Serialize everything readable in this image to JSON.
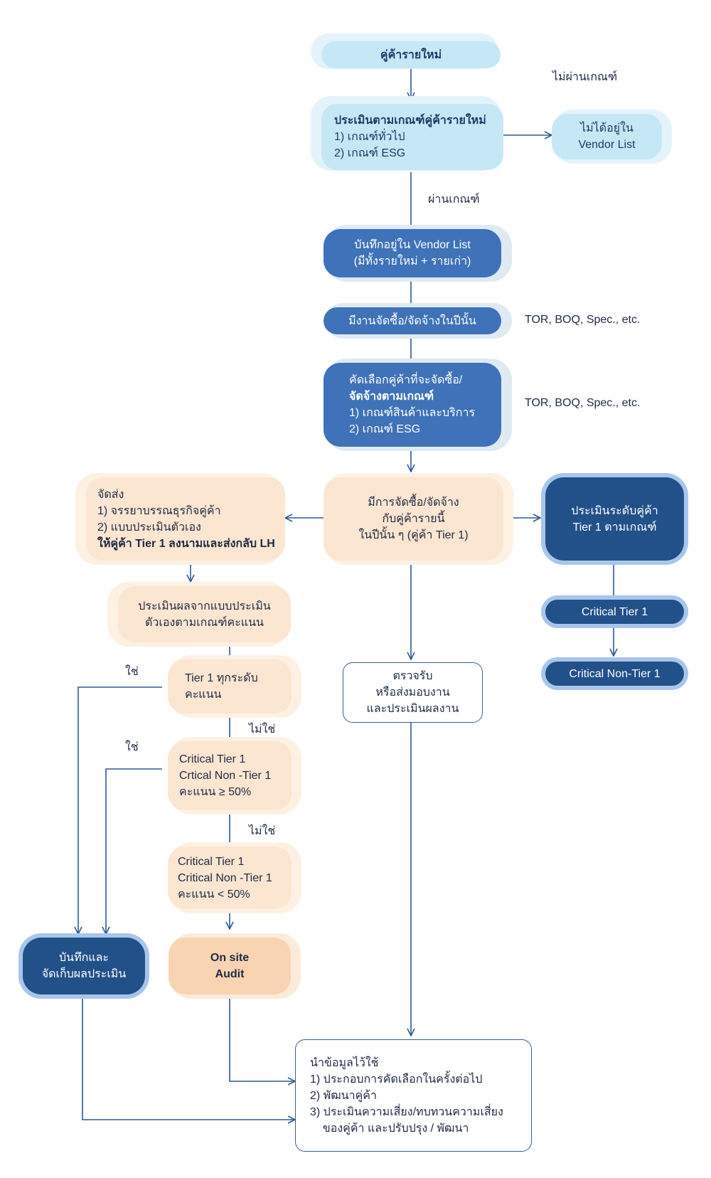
{
  "colors": {
    "line": "#2f5a8e",
    "light_blue": "#c6e8f6",
    "mid_blue": "#3f72b8",
    "dark_blue": "#225089",
    "peach": "#fbe6d2",
    "peach_strong": "#f8d4b3"
  },
  "nodes": {
    "new_vendor": {
      "lines": [
        "คู่ค้ารายใหม่"
      ]
    },
    "evaluate_new": {
      "lines": [
        "ประเมินตามเกณฑ์คู่ค้ารายใหม่",
        "1) เกณฑ์ทั่วไป",
        "2) เกณฑ์ ESG"
      ]
    },
    "not_in_list": {
      "lines": [
        "ไม่ได้อยู่ใน",
        "Vendor List"
      ]
    },
    "record_list": {
      "lines": [
        "บันทึกอยู่ใน Vendor List",
        "(มีทั้งรายใหม่ + รายเก่า)"
      ]
    },
    "procurement_year": {
      "lines": [
        "มีงานจัดซื้อ/จัดจ้างในปีนั้น"
      ]
    },
    "select_vendor": {
      "lines": [
        "คัดเลือกคู่ค้าที่จะจัดซื้อ/",
        "จัดจ้างตามเกณฑ์",
        "1) เกณฑ์สินค้าและบริการ",
        "2) เกณฑ์ ESG"
      ]
    },
    "send_docs": {
      "lines": [
        "จัดส่ง",
        "1) จรรยาบรรณธุรกิจคู่ค้า",
        "2) แบบประเมินตัวเอง",
        "ให้คู่ค้า Tier 1 ลงนามและส่งกลับ LH"
      ]
    },
    "procure_tier1": {
      "lines": [
        "มีการจัดซื้อ/จัดจ้าง",
        "กับคู่ค้ารายนี้",
        "ในปีนั้น ๆ (คู่ค้า Tier 1)"
      ]
    },
    "evaluate_tier": {
      "lines": [
        "ประเมินระดับคู่ค้า",
        "Tier 1 ตามเกณฑ์"
      ]
    },
    "critical_tier1": {
      "lines": [
        "Critical Tier 1"
      ]
    },
    "critical_non_tier1": {
      "lines": [
        "Critical Non-Tier 1"
      ]
    },
    "evaluate_self": {
      "lines": [
        "ประเมินผลจากแบบประเมิน",
        "ตัวเองตามเกณฑ์คะแนน"
      ]
    },
    "tier1_all": {
      "lines": [
        "Tier 1 ทุกระดับ",
        "คะแนน"
      ]
    },
    "inspect": {
      "lines": [
        "ตรวจรับ",
        "หรือส่งมอบงาน",
        "และประเมินผลงาน"
      ]
    },
    "critical_ge50": {
      "lines": [
        "Critical Tier 1",
        "Crtical Non -Tier 1",
        "คะแนน ≥ 50%"
      ]
    },
    "critical_lt50": {
      "lines": [
        "Critical Tier 1",
        "Critical Non -Tier 1",
        "คะแนน  < 50%"
      ]
    },
    "record_results": {
      "lines": [
        "บันทึกและ",
        "จัดเก็บผลประเมิน"
      ]
    },
    "onsite_audit": {
      "lines": [
        "On site",
        "Audit"
      ]
    },
    "use_data": {
      "lines": [
        "นำข้อมูลไว้ใช้",
        "1) ประกอบการคัดเลือกในครั้งต่อไป",
        "2) พัฒนาคู่ค้า",
        "3) ประเมินความเสี่ยง/ทบทวนความเสี่ยง",
        "    ของคู่ค้า และปรับปรุง / พัฒนา"
      ]
    }
  },
  "labels": {
    "fail": "ไม่ผ่านเกณฑ์",
    "pass": "ผ่านเกณฑ์",
    "tor_1": "TOR, BOQ, Spec., etc.",
    "tor_2": "TOR, BOQ, Spec., etc.",
    "yes_1": "ใช่",
    "no_1": "ไม่ใช่",
    "yes_2": "ใช่",
    "no_2": "ไม่ใช่"
  }
}
